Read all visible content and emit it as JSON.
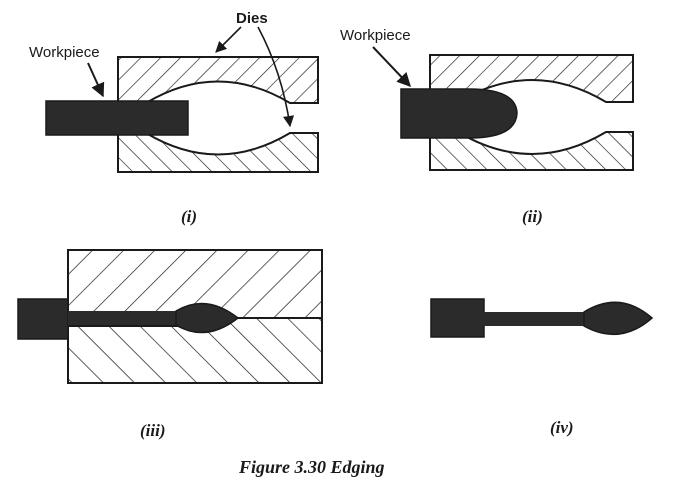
{
  "labels": {
    "workpiece_1": "Workpiece",
    "workpiece_2": "Workpiece",
    "dies": "Dies"
  },
  "captions": {
    "stage_1": "(i)",
    "stage_2": "(ii)",
    "stage_3": "(iii)",
    "stage_4": "(iv)"
  },
  "figure_title": "Figure 3.30 Edging",
  "colors": {
    "outline": "#1a1a1a",
    "workpiece_fill": "#2b2b2b",
    "hatch": "#1a1a1a",
    "background": "#ffffff"
  }
}
